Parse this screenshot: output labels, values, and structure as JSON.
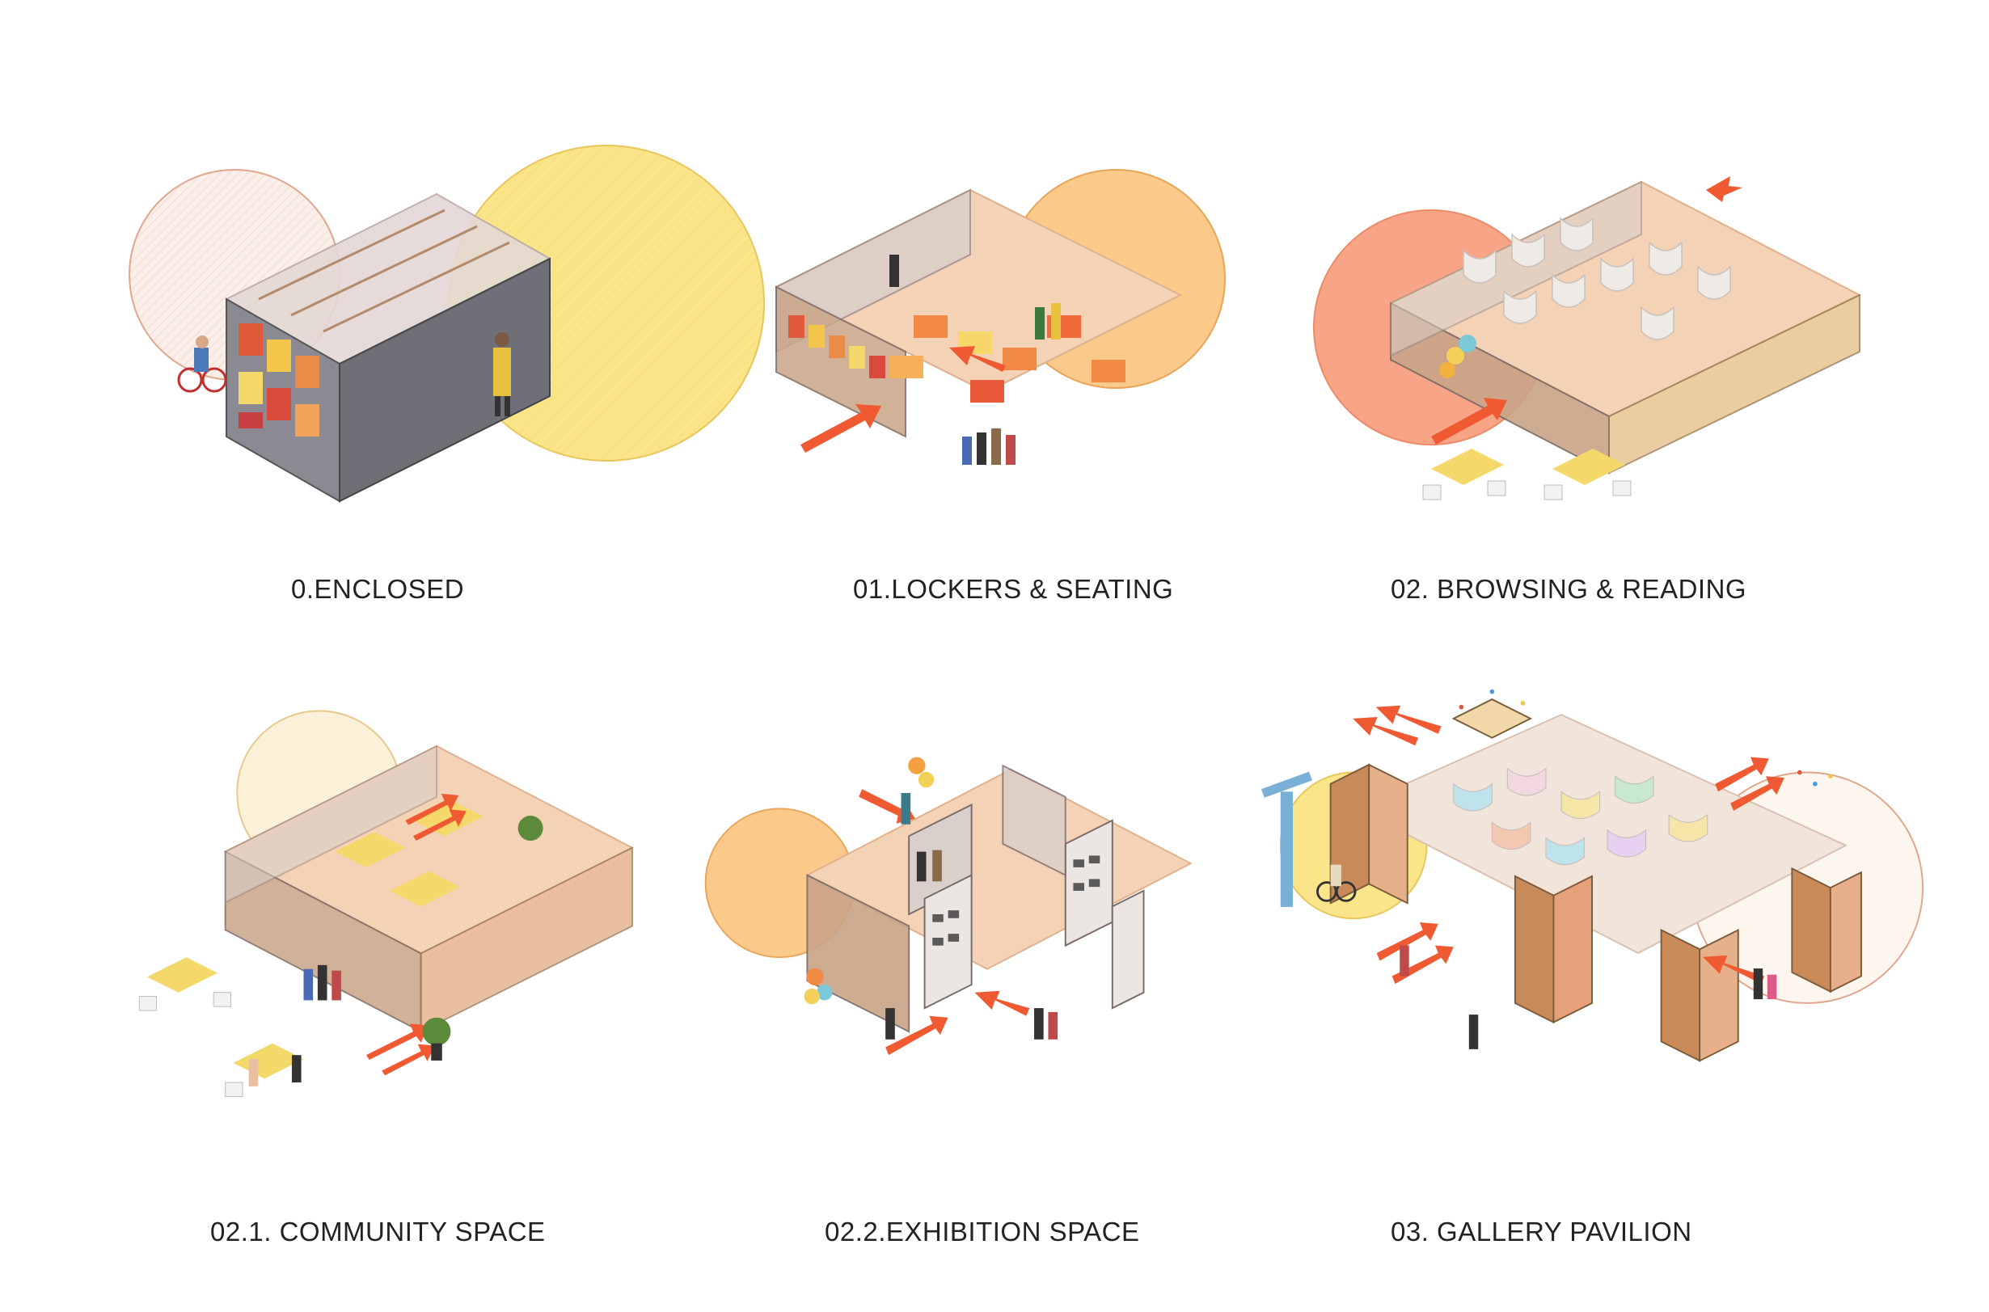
{
  "panels": [
    {
      "caption": "0.ENCLOSED"
    },
    {
      "caption": "01.LOCKERS & SEATING"
    },
    {
      "caption": "02. BROWSING & READING"
    },
    {
      "caption": "02.1. COMMUNITY SPACE"
    },
    {
      "caption": "02.2.EXHIBITION SPACE"
    },
    {
      "caption": "03. GALLERY PAVILION"
    }
  ],
  "colors": {
    "circle_yellow": "#f9e27a",
    "circle_orange": "#f7b46a",
    "circle_salmon": "#f59a7a",
    "circle_pale": "#f8e4dc",
    "floor": "#f2c9a6",
    "shelf": "#c9a487",
    "shelf_dark": "#6f6f78",
    "arrow": "#ef5a32",
    "box_orange": "#f08a45",
    "box_yellow": "#f7d66a",
    "glass": "#d9d3d6"
  }
}
